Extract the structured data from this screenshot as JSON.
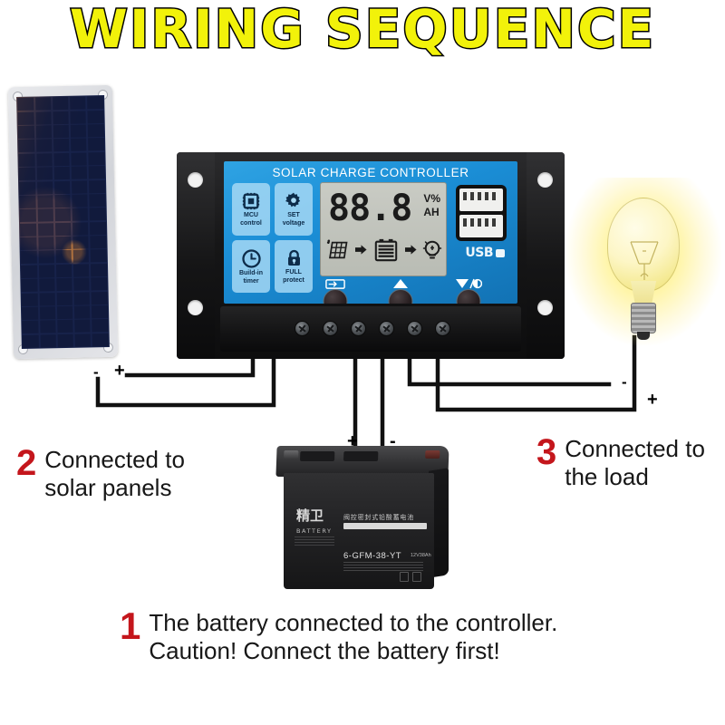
{
  "title": "WIRING SEQUENCE",
  "title_color": "#f2f20a",
  "accent_red": "#c4161c",
  "controller": {
    "brand_title": "SOLAR CHARGE CONTROLLER",
    "features": [
      {
        "id": "mcu-control",
        "line1": "MCU",
        "line2": "control",
        "icon": "chip-icon"
      },
      {
        "id": "set-voltage",
        "line1": "SET",
        "line2": "voltage",
        "icon": "gear-icon"
      },
      {
        "id": "build-in-timer",
        "line1": "Build-in",
        "line2": "timer",
        "icon": "clock-icon"
      },
      {
        "id": "full-protect",
        "line1": "FULL",
        "line2": "protect",
        "icon": "lock-icon"
      }
    ],
    "lcd": {
      "digits": "88.8",
      "unit_top": "V%",
      "unit_bottom": "AH",
      "flow_icons": [
        "solar-panel-icon",
        "arrow-right-icon",
        "battery-icon",
        "arrow-right-icon",
        "bulb-icon"
      ]
    },
    "buttons": [
      {
        "id": "menu-button",
        "icon": "battery-menu-icon"
      },
      {
        "id": "up-button",
        "icon": "triangle-up-icon"
      },
      {
        "id": "down-button",
        "icon": "triangle-down-brightness-icon"
      }
    ],
    "usb_label": "USB",
    "usb_port_count": 2,
    "terminal_count": 6
  },
  "solar_panel": {
    "name": "solar-panel",
    "minus_label": "-",
    "plus_label": "+",
    "cell_columns": 5,
    "cell_rows": 18
  },
  "battery": {
    "brand_latin": "BATTERY",
    "brand_cn": "精卫",
    "spec_cn": "阀控密封式铅酸蓄电池",
    "model": "6-GFM-38-YT",
    "voltage": "12V38Ah",
    "plus_label": "+",
    "minus_label": "-"
  },
  "load": {
    "name": "light-bulb",
    "minus_label": "-",
    "plus_label": "+"
  },
  "steps": [
    {
      "number": "1",
      "line1": "The battery connected to the controller.",
      "line2": "Caution! Connect the battery first!"
    },
    {
      "number": "2",
      "line1": "Connected to",
      "line2": "solar panels"
    },
    {
      "number": "3",
      "line1": "Connected to",
      "line2": "the load"
    }
  ]
}
